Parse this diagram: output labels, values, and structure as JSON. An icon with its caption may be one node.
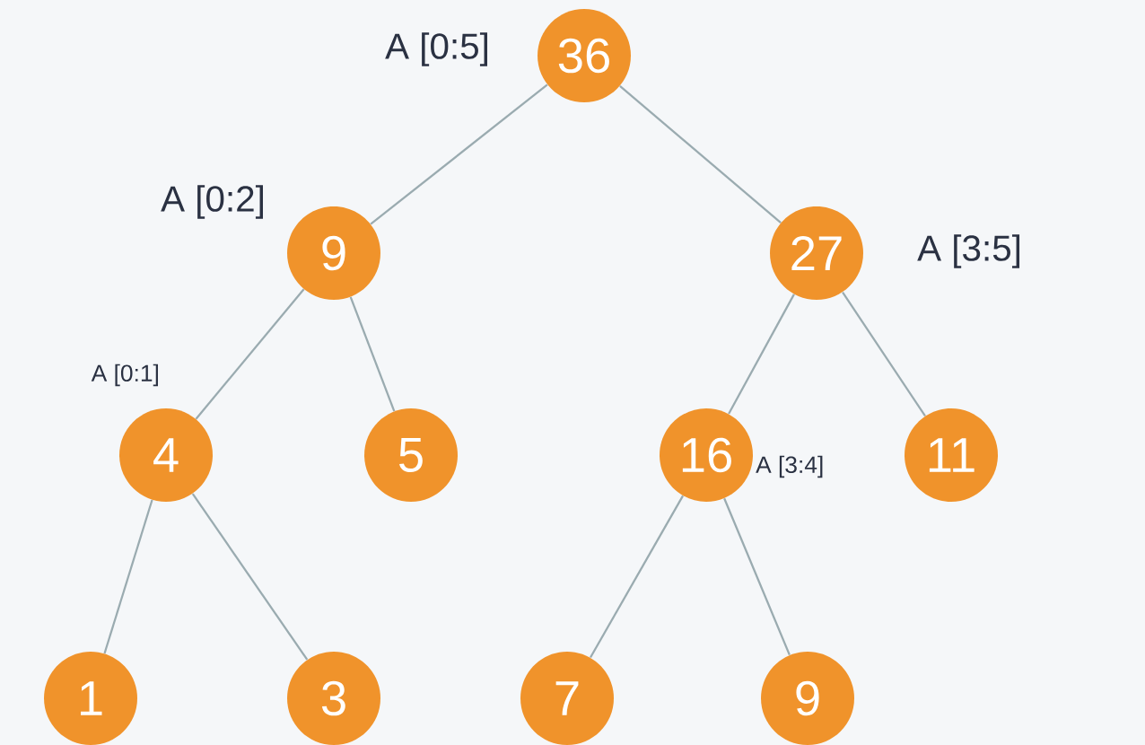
{
  "diagram": {
    "nodes": [
      {
        "text": [
          "36"
        ],
        "beside": [
          "A [0:5]"
        ]
      },
      {
        "text": [
          "9"
        ],
        "beside": [
          "A [0:2]"
        ]
      },
      {
        "text": [
          "27"
        ],
        "beside": [
          "A [3:5]"
        ]
      },
      {
        "text": [
          "4"
        ],
        "beside": [
          "A [0:1]"
        ]
      },
      {
        "text": [
          "5"
        ]
      },
      {
        "text": [
          "16"
        ],
        "beside": [
          "A [3:4]"
        ]
      },
      {
        "text": [
          "11"
        ]
      },
      {
        "text": [
          "1"
        ]
      },
      {
        "text": [
          "3"
        ]
      },
      {
        "text": [
          "7"
        ]
      },
      {
        "text": [
          "9"
        ]
      }
    ],
    "edges": [
      {
        "from": 0,
        "to": 1,
        "arrow": "none"
      },
      {
        "from": 0,
        "to": 2,
        "arrow": "none"
      },
      {
        "from": 1,
        "to": 3,
        "arrow": "none"
      },
      {
        "from": 1,
        "to": 4,
        "arrow": "none"
      },
      {
        "from": 2,
        "to": 5,
        "arrow": "none"
      },
      {
        "from": 2,
        "to": 6,
        "arrow": "none"
      },
      {
        "from": 3,
        "to": 7,
        "arrow": "none"
      },
      {
        "from": 3,
        "to": 8,
        "arrow": "none"
      },
      {
        "from": 5,
        "to": 9,
        "arrow": "none"
      },
      {
        "from": 5,
        "to": 10,
        "arrow": "none"
      }
    ]
  }
}
